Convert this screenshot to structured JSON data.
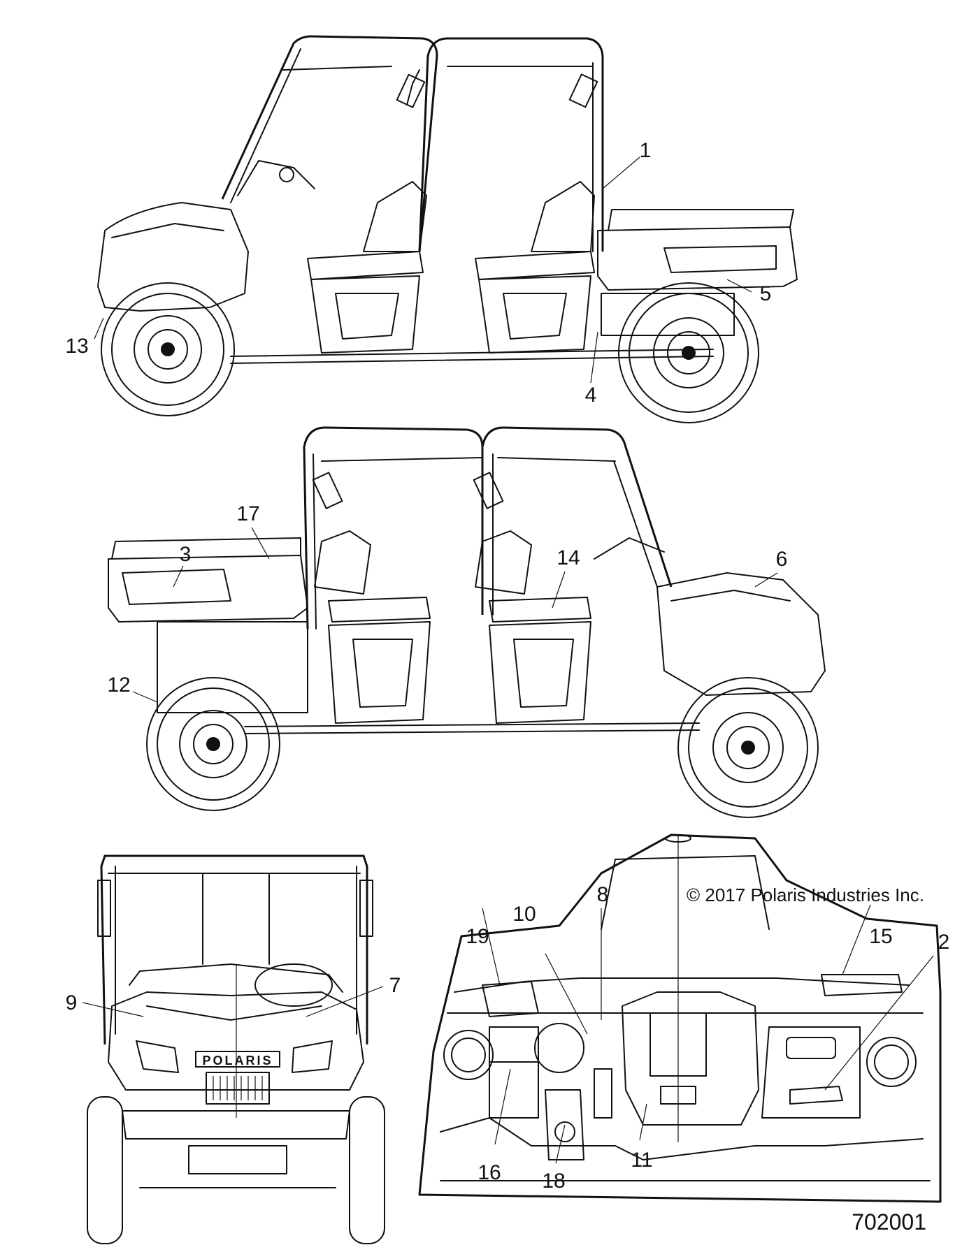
{
  "copyright": "© 2017 Polaris Industries Inc.",
  "document_number": "702001",
  "brand_badge": "POLARIS",
  "views": [
    {
      "name": "left-side-view",
      "callouts": [
        "1",
        "5",
        "4",
        "13"
      ]
    },
    {
      "name": "right-side-view",
      "callouts": [
        "17",
        "3",
        "14",
        "6",
        "12"
      ]
    },
    {
      "name": "front-view",
      "callouts": [
        "9",
        "7"
      ]
    },
    {
      "name": "dashboard-view",
      "callouts": [
        "8",
        "10",
        "19",
        "15",
        "2",
        "16",
        "18",
        "11"
      ]
    }
  ],
  "labels": {
    "c1": "1",
    "c2": "2",
    "c3": "3",
    "c4": "4",
    "c5": "5",
    "c6": "6",
    "c7": "7",
    "c8": "8",
    "c9": "9",
    "c10": "10",
    "c11": "11",
    "c12": "12",
    "c13": "13",
    "c14": "14",
    "c15": "15",
    "c16": "16",
    "c17": "17",
    "c18": "18",
    "c19": "19"
  }
}
